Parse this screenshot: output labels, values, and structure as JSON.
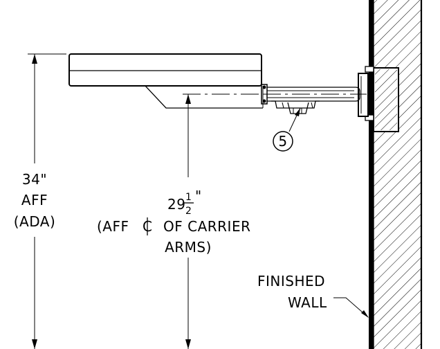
{
  "labels": {
    "height_main_line1": "34\"",
    "height_main_line2": "AFF",
    "height_main_line3": "(ADA)",
    "height_carrier_whole": "29",
    "height_carrier_num": "1",
    "height_carrier_den": "2",
    "height_carrier_inch": "\"",
    "height_carrier_line2a": "(AFF",
    "height_carrier_line2b": "OF CARRIER",
    "height_carrier_line3": "ARMS)",
    "callout_number": "5",
    "wall_line1": "FINISHED",
    "wall_line2": "WALL"
  }
}
